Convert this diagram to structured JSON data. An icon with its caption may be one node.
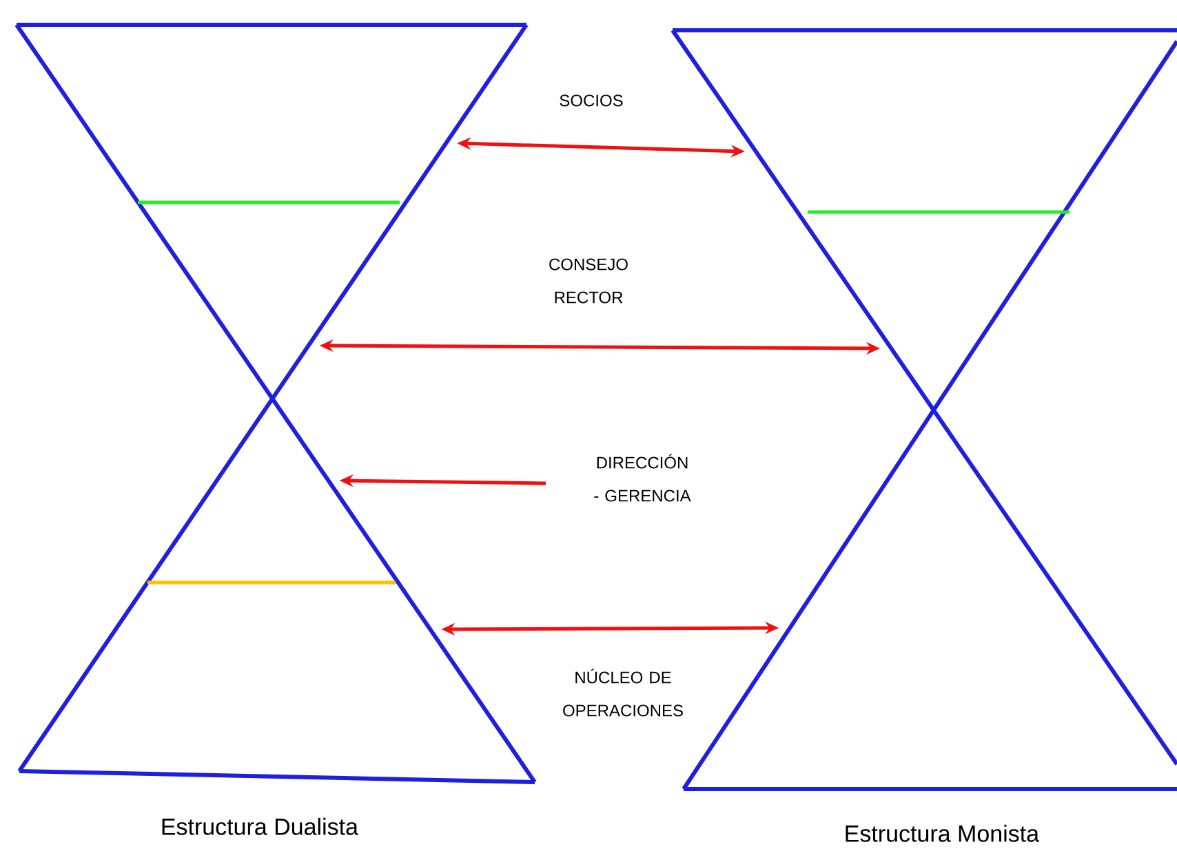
{
  "diagram": {
    "nodes": [
      {
        "text": [
          "Estructura Dualista"
        ]
      },
      {
        "text": [
          "Estructura Monista"
        ]
      }
    ],
    "edges": [
      {
        "from": 0,
        "to": 1,
        "arrow": "both",
        "label": "SOCIOS"
      },
      {
        "from": 0,
        "to": 1,
        "arrow": "both",
        "label": "CONSEJO RECTOR"
      },
      {
        "from": null,
        "to": 0,
        "arrow": "to",
        "label": "DIRECCIÓN - GERENCIA"
      },
      {
        "from": 0,
        "to": 1,
        "arrow": "both",
        "label": "NÚCLEO DE OPERACIONES"
      }
    ]
  }
}
